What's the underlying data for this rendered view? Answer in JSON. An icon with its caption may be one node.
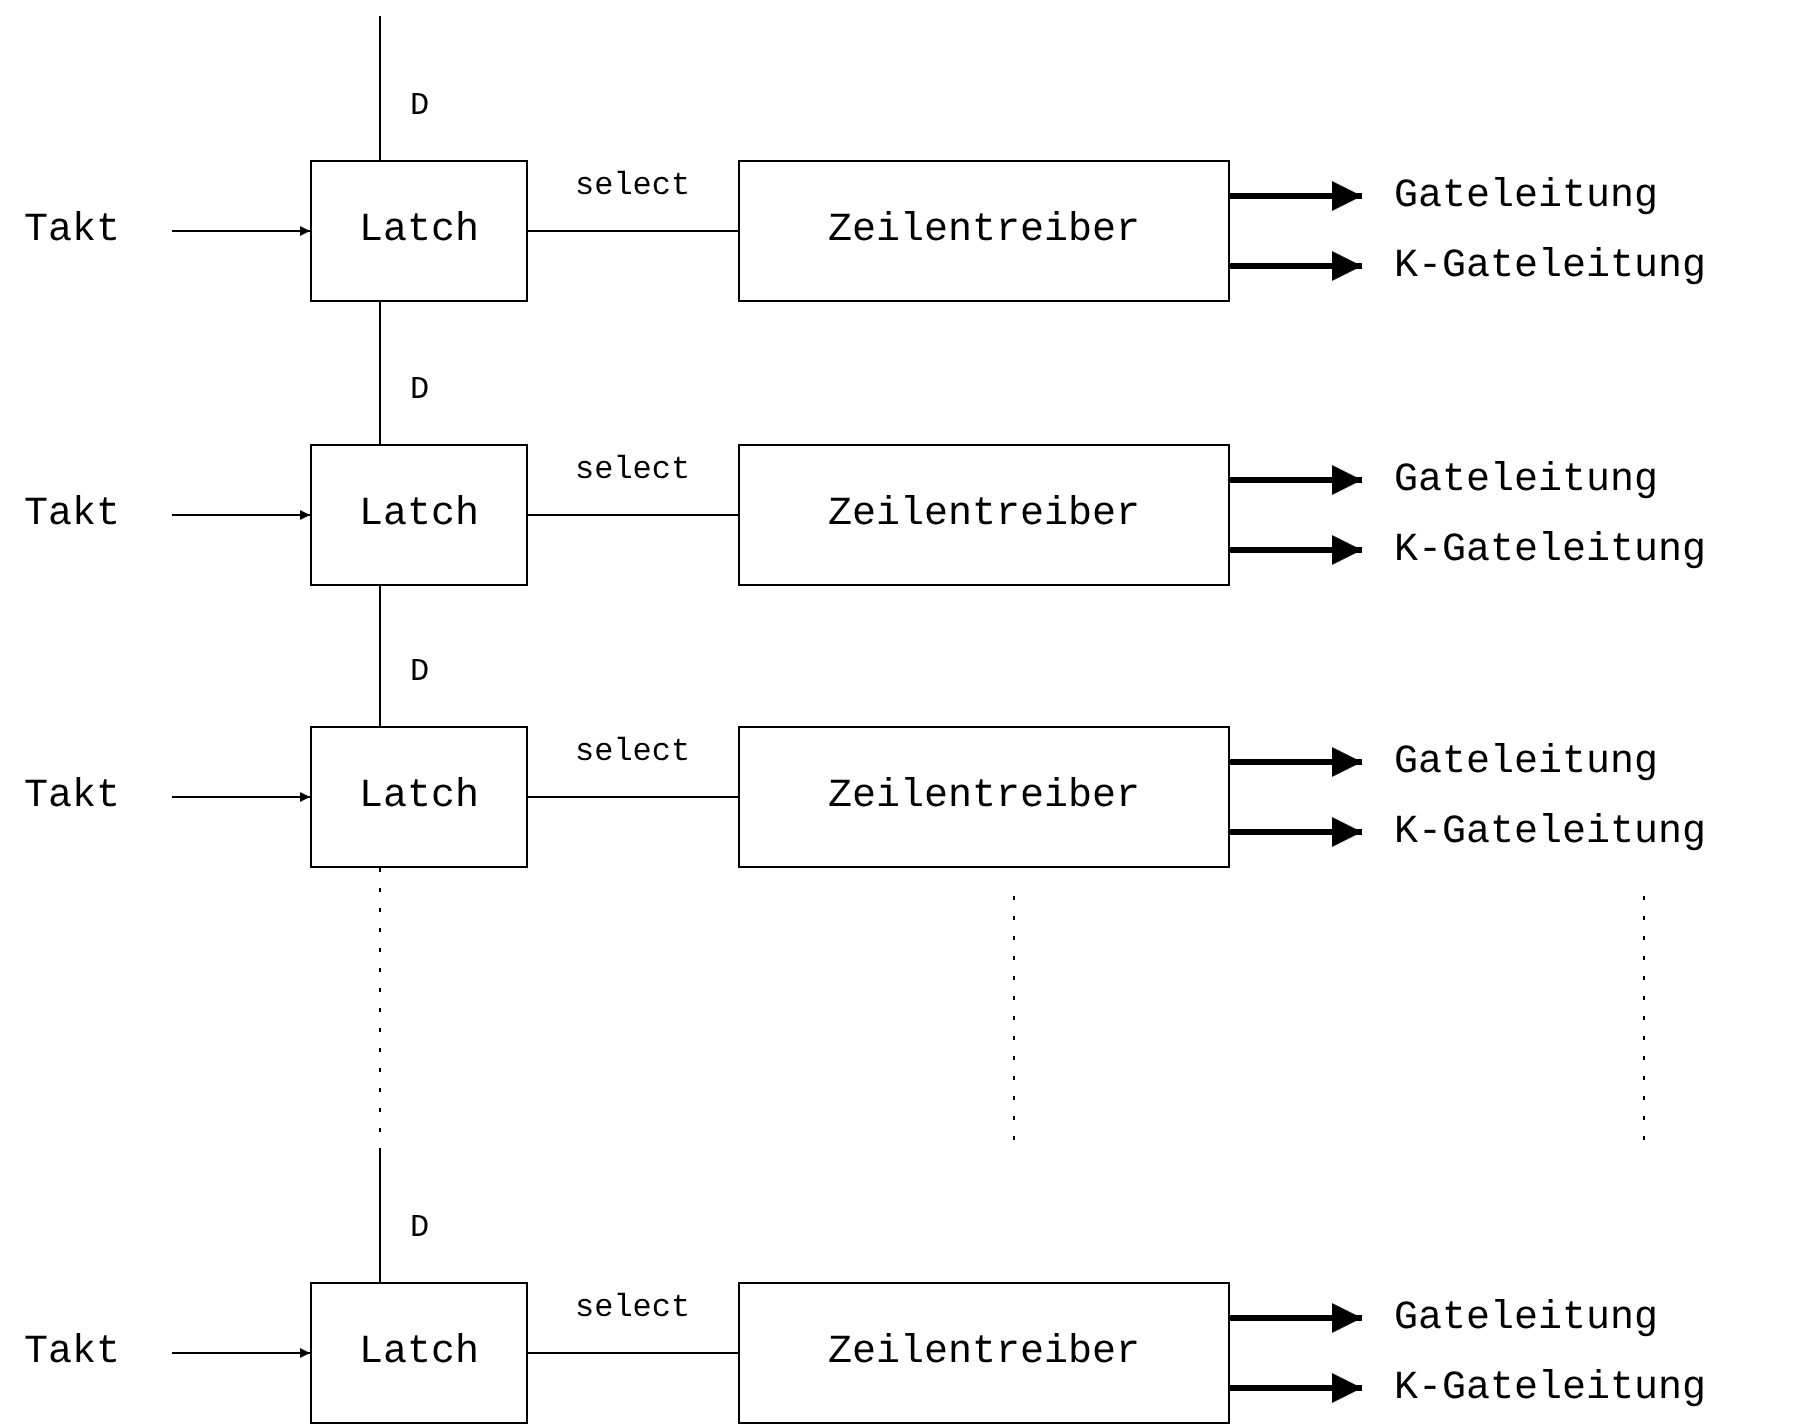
{
  "diagram": {
    "nodes": [
      {
        "text": [
          "Takt"
        ]
      },
      {
        "text": [
          "Latch"
        ]
      },
      {
        "text": [
          "Zeilentreiber"
        ]
      },
      {
        "text": [
          "Gateleitung"
        ]
      },
      {
        "text": [
          "K-Gateleitung"
        ]
      },
      {
        "text": [
          "Takt"
        ]
      },
      {
        "text": [
          "Latch"
        ]
      },
      {
        "text": [
          "Zeilentreiber"
        ]
      },
      {
        "text": [
          "Gateleitung"
        ]
      },
      {
        "text": [
          "K-Gateleitung"
        ]
      },
      {
        "text": [
          "Takt"
        ]
      },
      {
        "text": [
          "Latch"
        ]
      },
      {
        "text": [
          "Zeilentreiber"
        ]
      },
      {
        "text": [
          "Gateleitung"
        ]
      },
      {
        "text": [
          "K-Gateleitung"
        ]
      },
      {
        "text": [
          "Takt"
        ]
      },
      {
        "text": [
          "Latch"
        ]
      },
      {
        "text": [
          "Zeilentreiber"
        ]
      },
      {
        "text": [
          "Gateleitung"
        ]
      },
      {
        "text": [
          "K-Gateleitung"
        ]
      }
    ],
    "edges": [
      {
        "from": null,
        "to": 1,
        "arrow": "none",
        "label": "D"
      },
      {
        "from": 0,
        "to": 1,
        "arrow": "to"
      },
      {
        "from": 1,
        "to": 2,
        "arrow": "none",
        "label": "select"
      },
      {
        "from": 2,
        "to": 3,
        "arrow": "to",
        "style": "thick"
      },
      {
        "from": 2,
        "to": 4,
        "arrow": "to",
        "style": "thick"
      },
      {
        "from": 1,
        "to": 6,
        "arrow": "none",
        "label": "D"
      },
      {
        "from": 5,
        "to": 6,
        "arrow": "to"
      },
      {
        "from": 6,
        "to": 7,
        "arrow": "none",
        "label": "select"
      },
      {
        "from": 7,
        "to": 8,
        "arrow": "to",
        "style": "thick"
      },
      {
        "from": 7,
        "to": 9,
        "arrow": "to",
        "style": "thick"
      },
      {
        "from": 6,
        "to": 11,
        "arrow": "none",
        "label": "D"
      },
      {
        "from": 10,
        "to": 11,
        "arrow": "to"
      },
      {
        "from": 11,
        "to": 12,
        "arrow": "none",
        "label": "select"
      },
      {
        "from": 12,
        "to": 13,
        "arrow": "to",
        "style": "thick"
      },
      {
        "from": 12,
        "to": 14,
        "arrow": "to",
        "style": "thick"
      },
      {
        "from": 11,
        "to": 16,
        "arrow": "none",
        "label": "D",
        "style": "dashed"
      },
      {
        "from": 15,
        "to": 16,
        "arrow": "to"
      },
      {
        "from": 16,
        "to": 17,
        "arrow": "none",
        "label": "select"
      },
      {
        "from": 17,
        "to": 18,
        "arrow": "to",
        "style": "thick"
      },
      {
        "from": 17,
        "to": 19,
        "arrow": "to",
        "style": "thick"
      }
    ]
  }
}
